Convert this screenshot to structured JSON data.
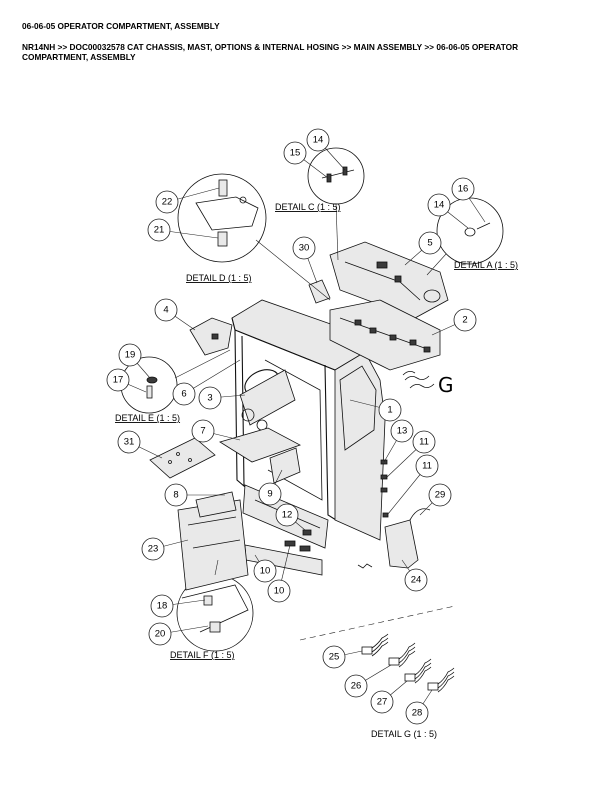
{
  "header": {
    "title": "06-06-05 OPERATOR COMPARTMENT, ASSEMBLY",
    "breadcrumb": "NR14NH >> DOC00032578 CAT CHASSIS, MAST, OPTIONS & INTERNAL HOSING >> MAIN ASSEMBLY >> 06-06-05 OPERATOR COMPARTMENT, ASSEMBLY"
  },
  "details": {
    "a": "DETAIL A  (1 : 5)",
    "c": "DETAIL C  (1 : 5)",
    "d": "DETAIL D  (1 : 5)",
    "e": "DETAIL E  (1 : 5)",
    "f": "DETAIL F  (1 : 5)",
    "g": "DETAIL G  (1 : 5)",
    "g_letter": "G"
  },
  "balloons": [
    "1",
    "2",
    "3",
    "4",
    "5",
    "6",
    "7",
    "8",
    "9",
    "10",
    "10",
    "11",
    "11",
    "12",
    "13",
    "14",
    "14",
    "15",
    "16",
    "17",
    "18",
    "19",
    "20",
    "21",
    "22",
    "23",
    "24",
    "25",
    "26",
    "27",
    "28",
    "29",
    "30",
    "31"
  ]
}
